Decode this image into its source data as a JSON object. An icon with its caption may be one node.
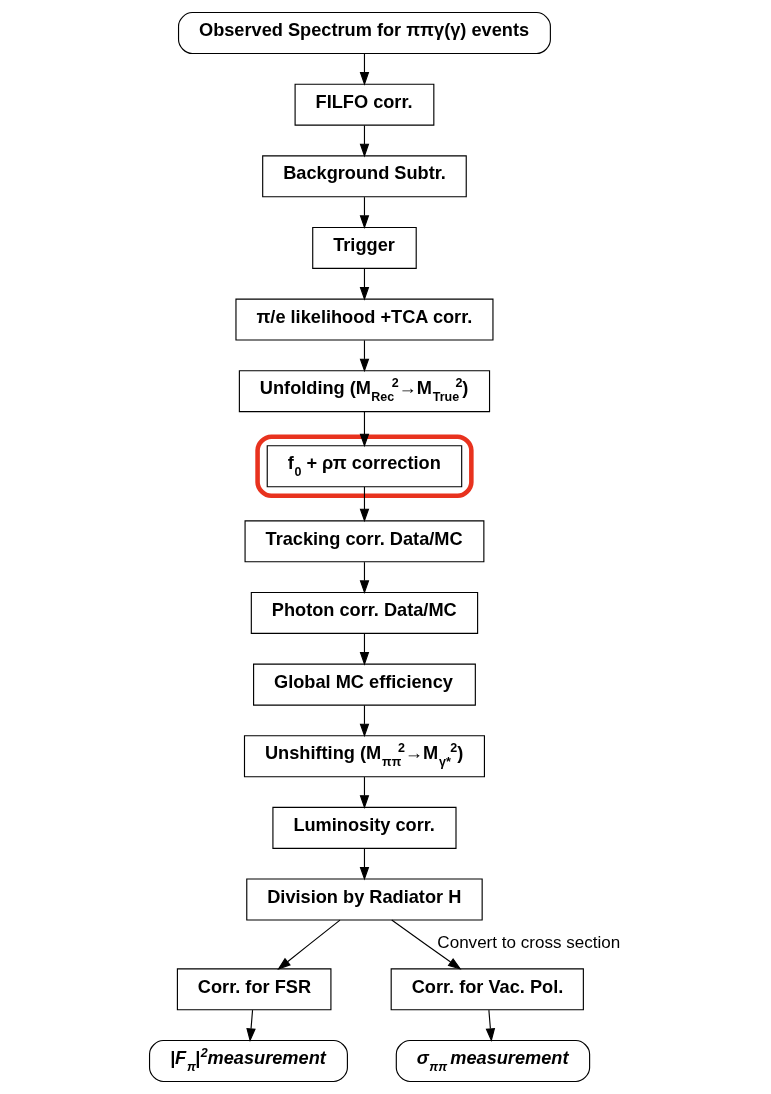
{
  "diagram": {
    "nodes": [
      {
        "text": [
          "Observed Spectrum for ππγ(γ) events"
        ]
      },
      {
        "text": [
          "FILFO corr."
        ]
      },
      {
        "text": [
          "Background Subtr."
        ]
      },
      {
        "text": [
          "Trigger"
        ]
      },
      {
        "text": [
          "π/e likelihood +TCA corr."
        ]
      },
      {
        "text": [
          "Unfolding (M$_{Rec}$$^{2}$→M$_{True}$$^{2}$)"
        ]
      },
      {
        "text": [],
        "shape": "ellipse"
      },
      {
        "text": [
          "f$_{0}$ + ρπ correction"
        ],
        "in": 6
      },
      {
        "text": [
          "Tracking corr. Data/MC"
        ]
      },
      {
        "text": [
          "Photon corr. Data/MC"
        ]
      },
      {
        "text": [
          "Global MC efficiency"
        ]
      },
      {
        "text": [
          "Unshifting (M$_{ππ}$$^{2}$→M$_{γ*}$$^{2}$)"
        ]
      },
      {
        "text": [
          "Luminosity corr."
        ]
      },
      {
        "text": [
          "Division by Radiator H"
        ]
      },
      {
        "text": [
          "Corr. for FSR"
        ]
      },
      {
        "text": [
          "Corr. for Vac. Pol."
        ]
      },
      {
        "text": [
          "|F$_{π}$|$^{2}$measurement"
        ]
      },
      {
        "text": [
          "σ$_{ππ}$ measurement"
        ]
      }
    ],
    "edges": [
      {
        "from": 0,
        "to": 1,
        "arrow": "to"
      },
      {
        "from": 1,
        "to": 2,
        "arrow": "to"
      },
      {
        "from": 2,
        "to": 3,
        "arrow": "to"
      },
      {
        "from": 3,
        "to": 4,
        "arrow": "to"
      },
      {
        "from": 4,
        "to": 5,
        "arrow": "to"
      },
      {
        "from": 5,
        "to": 7,
        "arrow": "to"
      },
      {
        "from": 7,
        "to": 8,
        "arrow": "to"
      },
      {
        "from": 8,
        "to": 9,
        "arrow": "to"
      },
      {
        "from": 9,
        "to": 10,
        "arrow": "to"
      },
      {
        "from": 10,
        "to": 11,
        "arrow": "to"
      },
      {
        "from": 11,
        "to": 12,
        "arrow": "to"
      },
      {
        "from": 12,
        "to": 13,
        "arrow": "to"
      },
      {
        "from": 13,
        "to": 14,
        "arrow": "to"
      },
      {
        "from": 13,
        "to": 15,
        "arrow": "to",
        "label": "Convert to cross section"
      },
      {
        "from": 14,
        "to": 16,
        "arrow": "to"
      },
      {
        "from": 15,
        "to": 17,
        "arrow": "to"
      }
    ]
  }
}
